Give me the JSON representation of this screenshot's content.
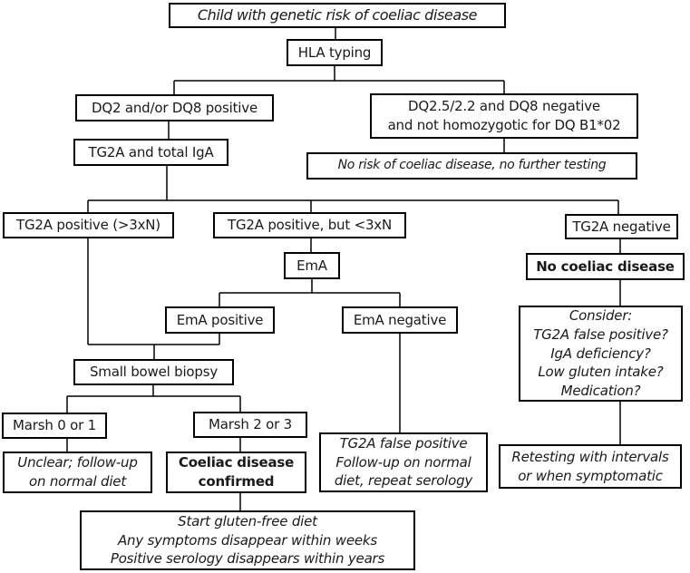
{
  "colors": {
    "line": "#000000",
    "box_border": "#000000",
    "background": "#ffffff",
    "text": "#1a1a1a"
  },
  "nodes": {
    "title": {
      "text": "Child with genetic risk of coeliac disease"
    },
    "hla_typing": {
      "text": "HLA typing"
    },
    "dq_positive": {
      "text": "DQ2 and/or DQ8 positive"
    },
    "dq_negative": {
      "lines": [
        "DQ2.5/2.2 and DQ8 negative",
        "and not homozygotic for DQ B1*02"
      ]
    },
    "tg2a_iga": {
      "text": "TG2A and total IgA"
    },
    "no_risk": {
      "text": "No risk of coeliac disease, no further testing"
    },
    "tg2a_high": {
      "text": "TG2A positive (>3xN)"
    },
    "tg2a_low": {
      "text": "TG2A positive, but <3xN"
    },
    "tg2a_negative": {
      "text": "TG2A negative"
    },
    "ema": {
      "text": "EmA"
    },
    "no_coeliac": {
      "text": "No coeliac disease"
    },
    "ema_positive": {
      "text": "EmA positive"
    },
    "ema_negative": {
      "text": "EmA negative"
    },
    "consider": {
      "lines": [
        "Consider:",
        "TG2A false positive?",
        "IgA deficiency?",
        "Low gluten intake?",
        "Medication?"
      ]
    },
    "biopsy": {
      "text": "Small bowel biopsy"
    },
    "marsh_01": {
      "text": "Marsh 0 or 1"
    },
    "marsh_23": {
      "text": "Marsh 2 or 3"
    },
    "unclear": {
      "lines": [
        "Unclear; follow-up",
        "on normal diet"
      ]
    },
    "confirmed": {
      "lines": [
        "Coeliac disease",
        "confirmed"
      ]
    },
    "false_positive": {
      "lines": [
        "TG2A false positive",
        "Follow-up on normal",
        "diet, repeat serology"
      ]
    },
    "retesting": {
      "lines": [
        "Retesting with intervals",
        "or when symptomatic"
      ]
    },
    "gluten_free": {
      "lines": [
        "Start gluten-free diet",
        "Any symptoms disappear within weeks",
        "Positive serology disappears within years"
      ]
    }
  }
}
